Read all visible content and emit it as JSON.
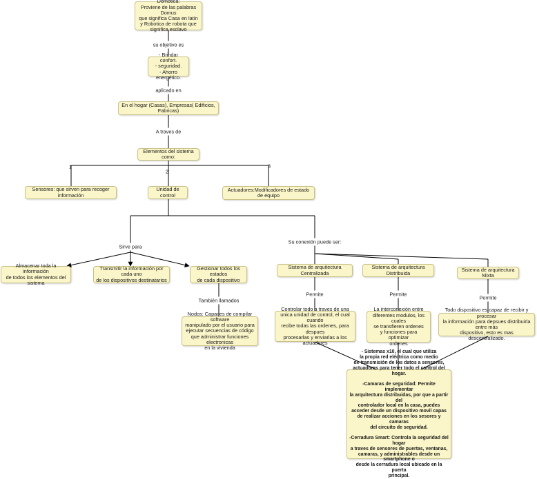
{
  "concepts": {
    "domotica": "Domotica:\nProviene de las palabras Domus\nque significa Casa en latín\ny Robotica de robota que\nsignifica esclavo",
    "objetivos": "- Brindar confort.\n- seguridad.\n- Ahorro energético.",
    "ambitos": "En el hogar (Casas), Empresas( Edificios, Fabricas)",
    "elementos": "Elementos del sistema como:",
    "sensores": "Sensores: que sirven para recoger información",
    "unidad": "Unidad de control",
    "actuadores": "Actuadores:Modificadores de estado de equipo",
    "almacenar": "Almacenar toda la información\nde todos los elementos del sistema",
    "transmitir": "Transmitir la información por cada uno\nde los dispositivos destinatarios",
    "gestionar": "Gestionar todos los estados\nde cada dispositivo",
    "nodos": "Nodos: Capaces de compilar software\nmanipulado por el usuario para\nejecutar secuencias de código\nque administrar funciones electronicas\nen la vivienda",
    "centralizada": "Sistema de arquitectura Centralizada",
    "distribuida": "Sistema de arquitectura Distribuida",
    "mixta": "Sistema de arquitectura Mixta",
    "centralizada_desc": "Controlar todo a traves de una\nunica unidad de control, el cual cuando\nrecibe todas las ordenes, para despues\nprocesarlas y enviarlas a los actuadores",
    "distribuida_desc": "La interconexión entre\ndiferentes modulos,  los cuales\nse transfieren ordenes\ny funciones para optimizar\nordenes",
    "mixta_desc": "Todo dispositivo es capaz de recibir y procesar\nla información para depsues distribuirla entre más\ndispositivo, esto es mas descentralizado.",
    "ejemplos": "- Sistemas x10, el cual que utiliza\nla propia red eléctrica como medio\nde transmisión de los datos a sensores,\nactuadores para tener todo el control del hogar.\n\n-Camaras de seguridad: Permite implementar\nla arquitectura distribuidas, por que a partir del\ncontrolador local en la casa, puedes\nacceder desde un dispositivo movil capas\nde realizar acciones en los sesores y camaras\ndel circuito de seguridad.\n\n-Cerradura Smart: Controla la seguridad del hogar\na traves de sensores de puertas, ventanas,\ncamaras, y administrables desde un smartphone o\ndesde la cerradura local ubicado en la puerta\nprincipal."
  },
  "links": {
    "objetivo": "su objetivo es",
    "aplicado": "aplicado en",
    "traves": "A traves de",
    "sirve": "Sirve para",
    "conexion": "Su conexión puede ser:",
    "tambien": "También llamados",
    "permite1": "Permite",
    "permite2": "Permite",
    "permite3": "Permite"
  },
  "branch_numbers": {
    "n1": "1",
    "n2": "2",
    "n3": "3"
  }
}
